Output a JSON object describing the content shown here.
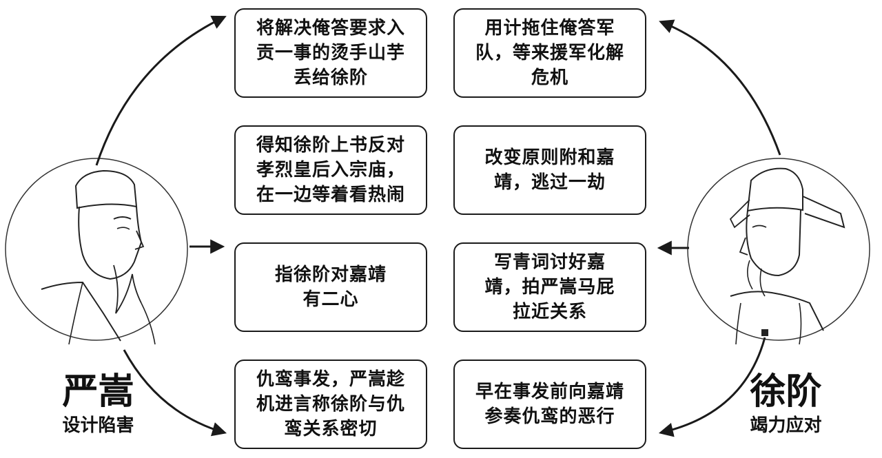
{
  "left_person": {
    "name": "严嵩",
    "role": "设计陷害"
  },
  "right_person": {
    "name": "徐阶",
    "role": "竭力应对"
  },
  "left_boxes": [
    "将解决俺答要求入\n贡一事的烫手山芋\n丢给徐阶",
    "得知徐阶上书反对\n孝烈皇后入宗庙，\n在一边等着看热闹",
    "指徐阶对嘉靖\n有二心",
    "仇鸾事发，严嵩趁\n机进言称徐阶与仇\n鸾关系密切"
  ],
  "right_boxes": [
    "用计拖住俺答军\n队，等来援军化解\n危机",
    "改变原则附和嘉\n靖，逃过一劫",
    "写青词讨好嘉\n靖，拍严嵩马屁\n拉近关系",
    "早在事发前向嘉靖\n参奏仇鸾的恶行"
  ],
  "colors": {
    "stroke": "#1a1a1a",
    "background": "#ffffff"
  },
  "icons": [
    "yan-song-portrait-icon",
    "xu-jie-portrait-icon",
    "arrow-icon"
  ]
}
